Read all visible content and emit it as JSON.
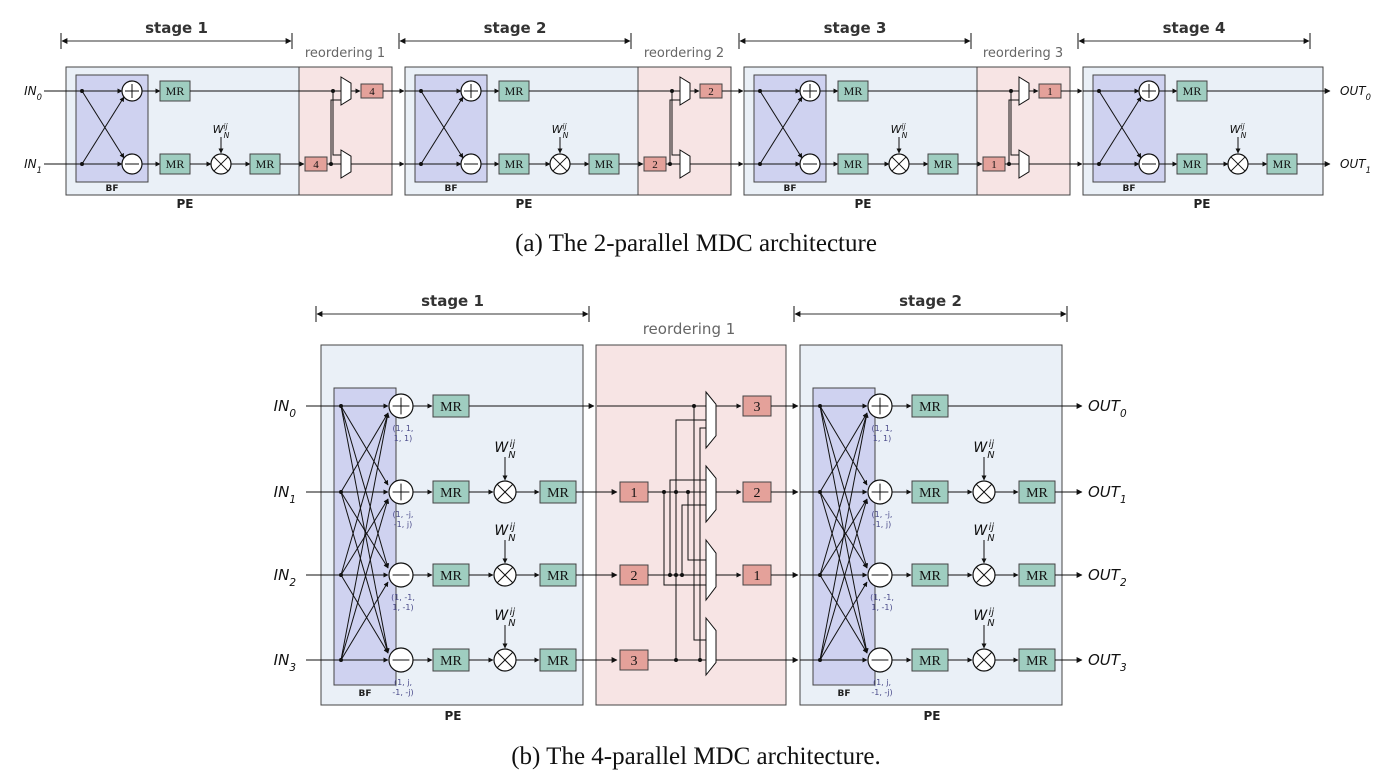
{
  "figure_a": {
    "caption": "(a) The 2-parallel MDC architecture",
    "stages": [
      "stage 1",
      "stage 2",
      "stage 3",
      "stage 4"
    ],
    "reorderings": [
      "reordering 1",
      "reordering 2",
      "reordering 3"
    ],
    "reorder_numbers": [
      "4",
      "2",
      "1"
    ],
    "pe_label": "PE",
    "bf_label": "BF",
    "mr_label": "MR",
    "twiddle": {
      "base": "W",
      "sub": "N",
      "sup": "ij"
    },
    "inputs": [
      {
        "base": "IN",
        "sub": "0"
      },
      {
        "base": "IN",
        "sub": "1"
      }
    ],
    "outputs": [
      {
        "base": "OUT",
        "sub": "0"
      },
      {
        "base": "OUT",
        "sub": "1"
      }
    ]
  },
  "figure_b": {
    "caption": "(b) The 4-parallel MDC architecture.",
    "stages": [
      "stage 1",
      "stage 2"
    ],
    "reordering": "reordering 1",
    "reorder_in": [
      "1",
      "2",
      "3"
    ],
    "reorder_out": [
      "3",
      "2",
      "1"
    ],
    "pe_label": "PE",
    "bf_label": "BF",
    "mr_label": "MR",
    "twiddle": {
      "base": "W",
      "sub": "N",
      "sup": "ij"
    },
    "coefficients": [
      [
        "(1, 1,",
        "1, 1)"
      ],
      [
        "(1, -j,",
        "-1, j)"
      ],
      [
        "(1, -1,",
        "1, -1)"
      ],
      [
        "(1, j,",
        "-1, -j)"
      ]
    ],
    "inputs": [
      {
        "base": "IN",
        "sub": "0"
      },
      {
        "base": "IN",
        "sub": "1"
      },
      {
        "base": "IN",
        "sub": "2"
      },
      {
        "base": "IN",
        "sub": "3"
      }
    ],
    "outputs": [
      {
        "base": "OUT",
        "sub": "0"
      },
      {
        "base": "OUT",
        "sub": "1"
      },
      {
        "base": "OUT",
        "sub": "2"
      },
      {
        "base": "OUT",
        "sub": "3"
      }
    ]
  },
  "colors": {
    "pe_fill": "#eaf0f7",
    "bf_fill": "#cfd2f0",
    "mr_fill": "#9fcdc0",
    "reorder_fill": "#f7e4e4",
    "num_fill": "#e4a19a"
  }
}
